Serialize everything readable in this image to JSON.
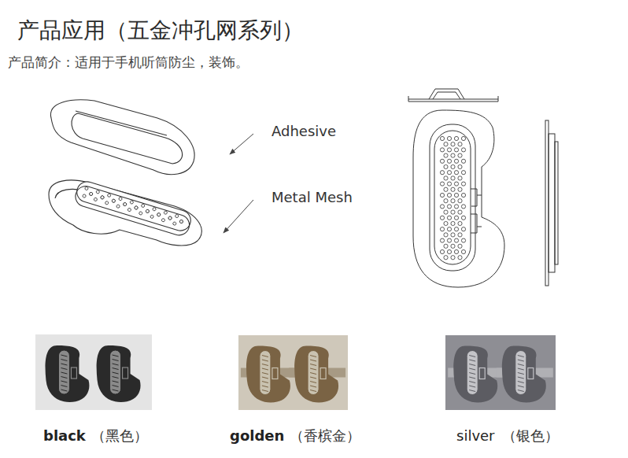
{
  "diagram": {
    "title": "产品应用（五金冲孔网系列）",
    "labels": [
      "产品简介：适用于手机听筒防尘，装饰。",
      "Adhesive",
      "Metal Mesh",
      "black",
      "（黑色）",
      "golden",
      "（香槟金）",
      "silver",
      "（银色）"
    ]
  }
}
